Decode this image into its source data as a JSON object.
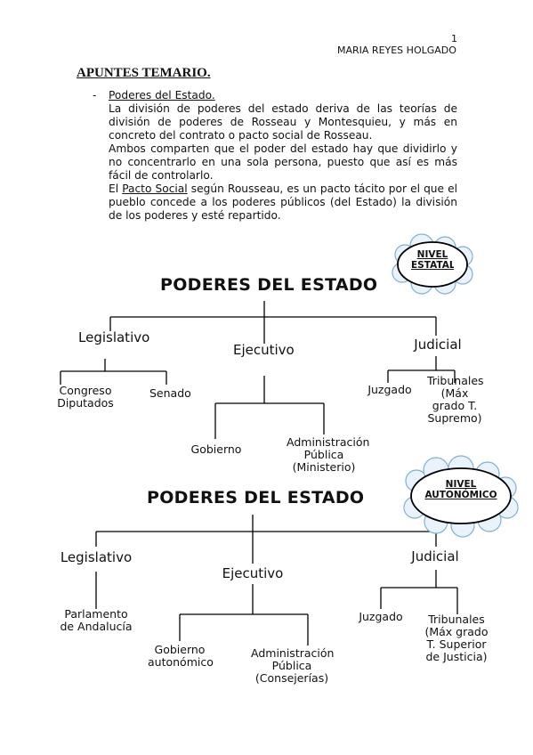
{
  "header": {
    "page_number": "1",
    "author": "MARIA REYES HOLGADO"
  },
  "doc_title": "APUNTES TEMARIO.",
  "section": {
    "bullet": "-",
    "heading": "Poderes del Estado.",
    "p1": "La división de poderes del estado deriva de las teorías de división de poderes de Rosseau y Montesquieu, y más en concreto del contrato o pacto social de Rosseau.",
    "p2": "Ambos comparten que el poder del estado hay que dividirlo y no concentrarlo en una sola persona, puesto que así es más fácil de controlarlo.",
    "p3_pre": "El ",
    "p3_link": "Pacto Social",
    "p3_post": " según Rousseau, es un pacto tácito por el que el pueblo concede a los poderes públicos (del Estado) la división de los poderes y esté repartido."
  },
  "chart1": {
    "badge": "NIVEL ESTATAL",
    "title": "PODERES DEL ESTADO",
    "legislativo": "Legislativo",
    "ejecutivo": "Ejecutivo",
    "judicial": "Judicial",
    "congreso": "Congreso Diputados",
    "senado": "Senado",
    "gobierno": "Gobierno",
    "administracion": "Administración Pública (Ministerio)",
    "juzgado": "Juzgado",
    "tribunales": "Tribunales (Máx grado T. Supremo)"
  },
  "chart2": {
    "badge": "NIVEL AUTONÓMICO",
    "title": "PODERES DEL ESTADO",
    "legislativo": "Legislativo",
    "ejecutivo": "Ejecutivo",
    "judicial": "Judicial",
    "parlamento": "Parlamento de Andalucía",
    "gobierno": "Gobierno autonómico",
    "administracion": "Administración Pública (Consejerías)",
    "juzgado": "Juzgado",
    "tribunales": "Tribunales (Máx grado T. Superior de Justicia)"
  }
}
